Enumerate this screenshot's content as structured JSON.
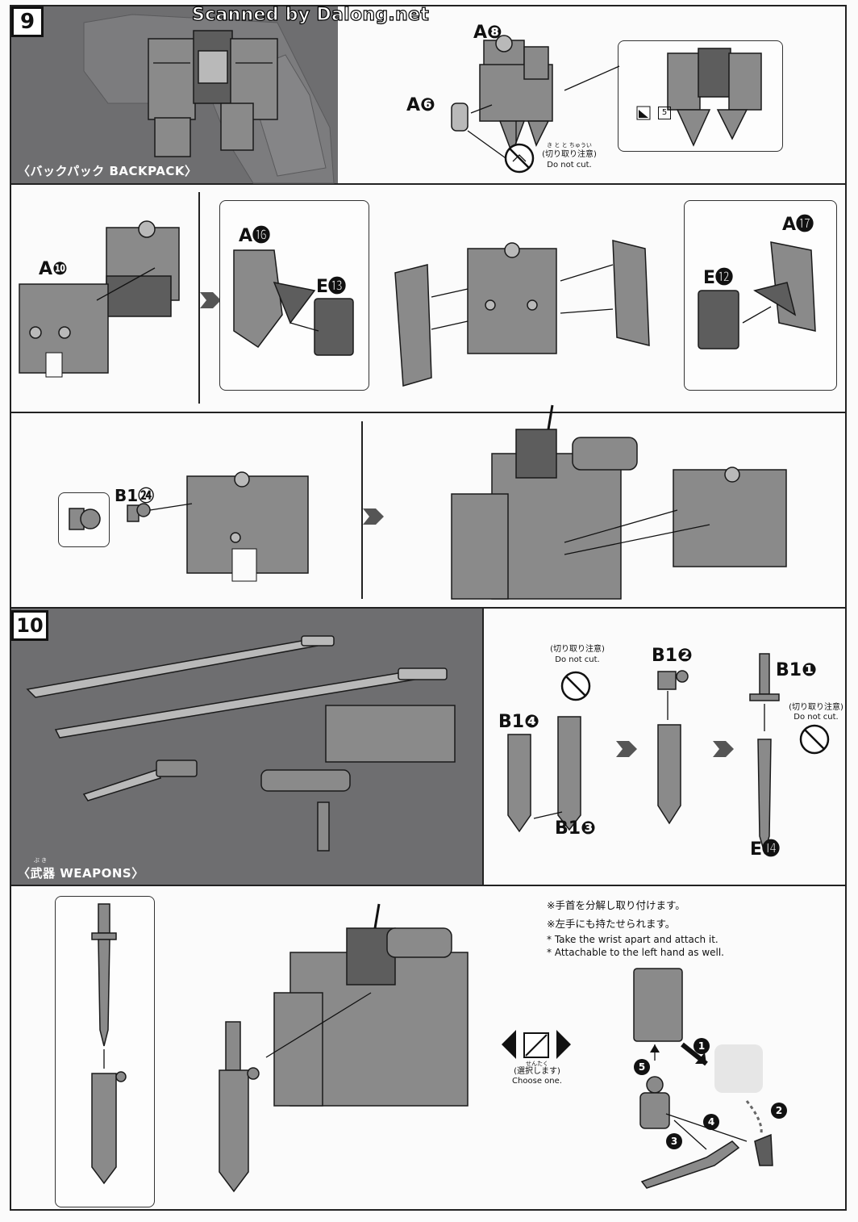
{
  "watermark": "Scanned by Dalong.net",
  "step9": {
    "number": "9",
    "title": "〈バックパック BACKPACK〉",
    "top": {
      "label_a8": "A❽",
      "label_a6": "A❻",
      "cut_note_jp": "(切り取り注意)",
      "cut_note_furigana": "き と と ちゅうい",
      "cut_note_en": "Do not cut.",
      "sticker_ref": "5"
    },
    "middle": {
      "label_a10": "A❿",
      "label_a16": "A⓰",
      "label_e13": "E⓭",
      "label_a17": "A⓱",
      "label_e12": "E⓬"
    },
    "bottom": {
      "label_b1_24": "B1㉔"
    }
  },
  "step10": {
    "number": "10",
    "title": "〈武器 WEAPONS〉",
    "title_furigana": "ぶ き",
    "parts": {
      "cut_note_jp": "(切り取り注意)",
      "cut_note_en": "Do not cut.",
      "label_b1_4": "B1❹",
      "label_b1_3": "B1❸",
      "label_b1_2": "B1❷",
      "label_b1_1": "B1❶",
      "label_e14": "E⓮"
    },
    "notes": {
      "jp1": "※手首を分解し取り付けます。",
      "jp2": "※左手にも持たせられます。",
      "en1": "* Take the wrist apart and attach it.",
      "en2": "* Attachable to the left hand as well.",
      "choose_jp": "(選択します)",
      "choose_furigana": "せんたく",
      "choose_en": "Choose one.",
      "steps": [
        "1",
        "2",
        "3",
        "4",
        "5"
      ]
    }
  },
  "colors": {
    "banner": "#6e6e70",
    "part": "#8a8a8a",
    "line": "#111111"
  }
}
